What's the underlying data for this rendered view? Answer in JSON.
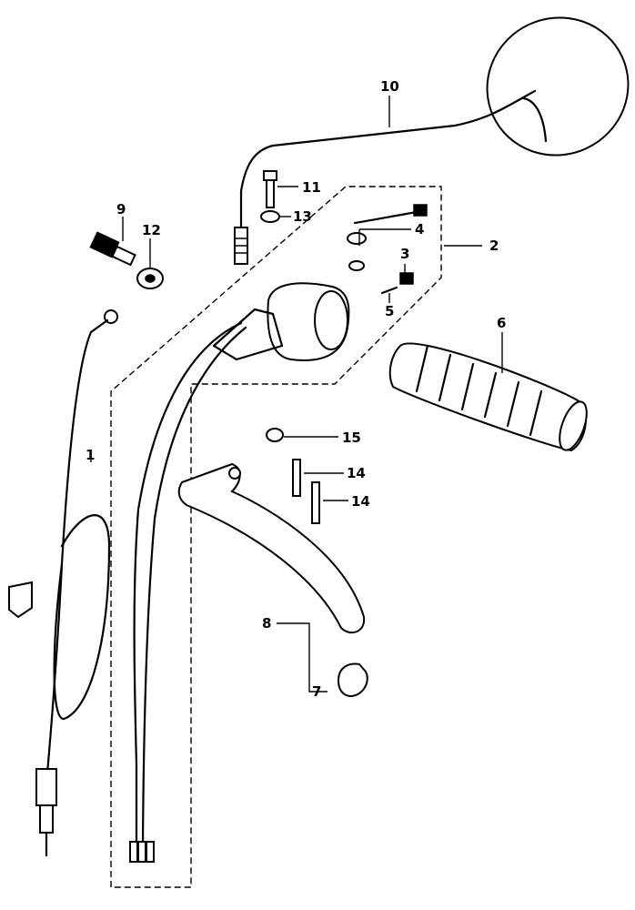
{
  "callouts": {
    "c1": "1",
    "c2": "2",
    "c3": "3",
    "c4": "4",
    "c5": "5",
    "c6": "6",
    "c7": "7",
    "c8": "8",
    "c9": "9",
    "c10": "10",
    "c11": "11",
    "c12": "12",
    "c13": "13",
    "c14a": "14",
    "c14b": "14",
    "c15": "15"
  }
}
